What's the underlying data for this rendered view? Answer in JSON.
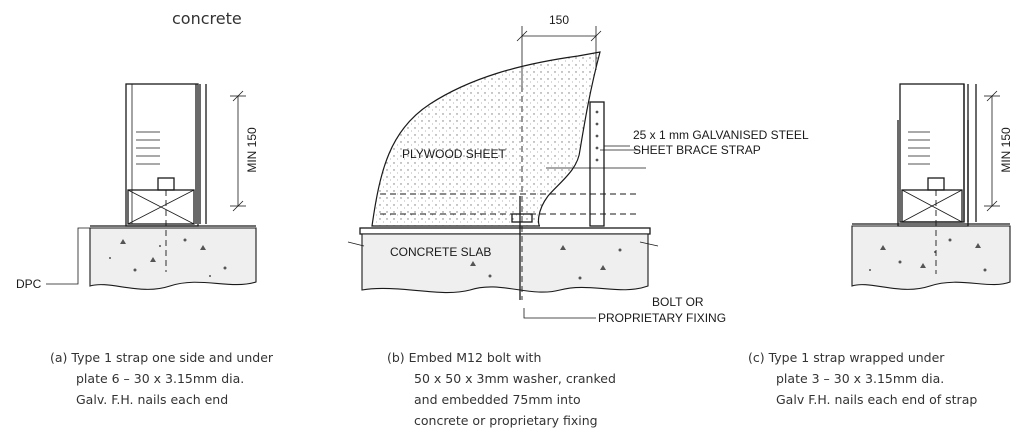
{
  "heading": "concrete",
  "labels": {
    "dim_150": "150",
    "min_150": "MIN 150",
    "plywood_sheet": "PLYWOOD SHEET",
    "concrete_slab": "CONCRETE SLAB",
    "brace_strap_1": "25 x 1 mm GALVANISED STEEL",
    "brace_strap_2": "SHEET BRACE STRAP",
    "bolt_1": "BOLT OR",
    "bolt_2": "PROPRIETARY FIXING",
    "dpc": "DPC"
  },
  "captions": {
    "a": {
      "line1": "(a)  Type 1 strap one side and under",
      "line2": "plate 6 – 30 x 3.15mm dia.",
      "line3": "Galv. F.H. nails each end"
    },
    "b": {
      "line1": "(b)  Embed M12 bolt with",
      "line2": "50 x 50 x 3mm washer, cranked",
      "line3": "and embedded 75mm into",
      "line4": "concrete or proprietary fixing"
    },
    "c": {
      "line1": "(c)  Type 1 strap wrapped under",
      "line2": "plate 3 – 30 x 3.15mm dia.",
      "line3": "Galv F.H. nails each end of strap"
    }
  }
}
